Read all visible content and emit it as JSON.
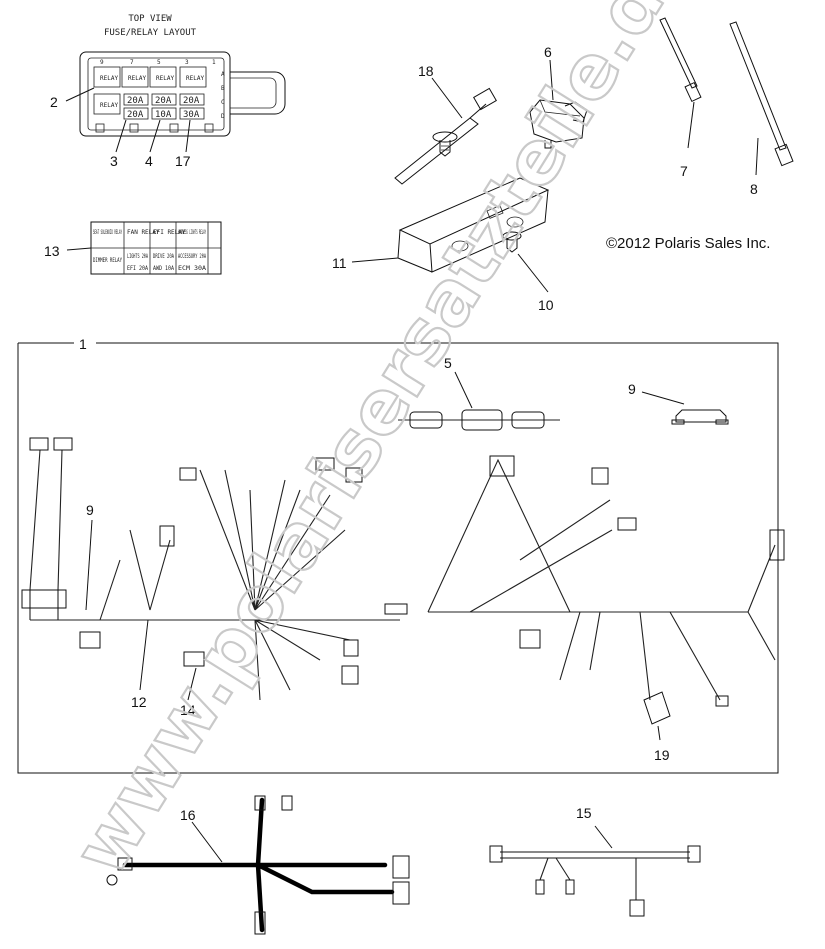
{
  "fuse_box": {
    "title_line1": "TOP VIEW",
    "title_line2": "FUSE/RELAY LAYOUT",
    "col_numbers": [
      "9",
      "7",
      "5",
      "3",
      "1"
    ],
    "row_letters": [
      "A",
      "B",
      "C",
      "D"
    ],
    "relay_label": "RELAY",
    "fuse_row1": [
      "20A",
      "20A",
      "20A"
    ],
    "fuse_row2": [
      "20A",
      "10A",
      "30A"
    ]
  },
  "label_grid": {
    "cells": [
      "SEAT SOLENOID RELAY",
      "FAN RELAY",
      "EFI RELAY",
      "HARNESS LIGHTS RELAY",
      "DIMMER RELAY",
      "LIGHTS 20A",
      "DRIVE 20A",
      "ACCESSORY 20A",
      "EFI 20A",
      "AWD 10A",
      "ECM 30A"
    ]
  },
  "copyright": "©2012 Polaris Sales Inc.",
  "watermark": "www.polarisersatzteile.de",
  "callouts": {
    "c1": "1",
    "c2": "2",
    "c3": "3",
    "c4": "4",
    "c5": "5",
    "c6": "6",
    "c7": "7",
    "c8": "8",
    "c9a": "9",
    "c9b": "9",
    "c10": "10",
    "c11": "11",
    "c12": "12",
    "c13": "13",
    "c14": "14",
    "c15": "15",
    "c16": "16",
    "c17": "17",
    "c18": "18",
    "c19": "19"
  }
}
